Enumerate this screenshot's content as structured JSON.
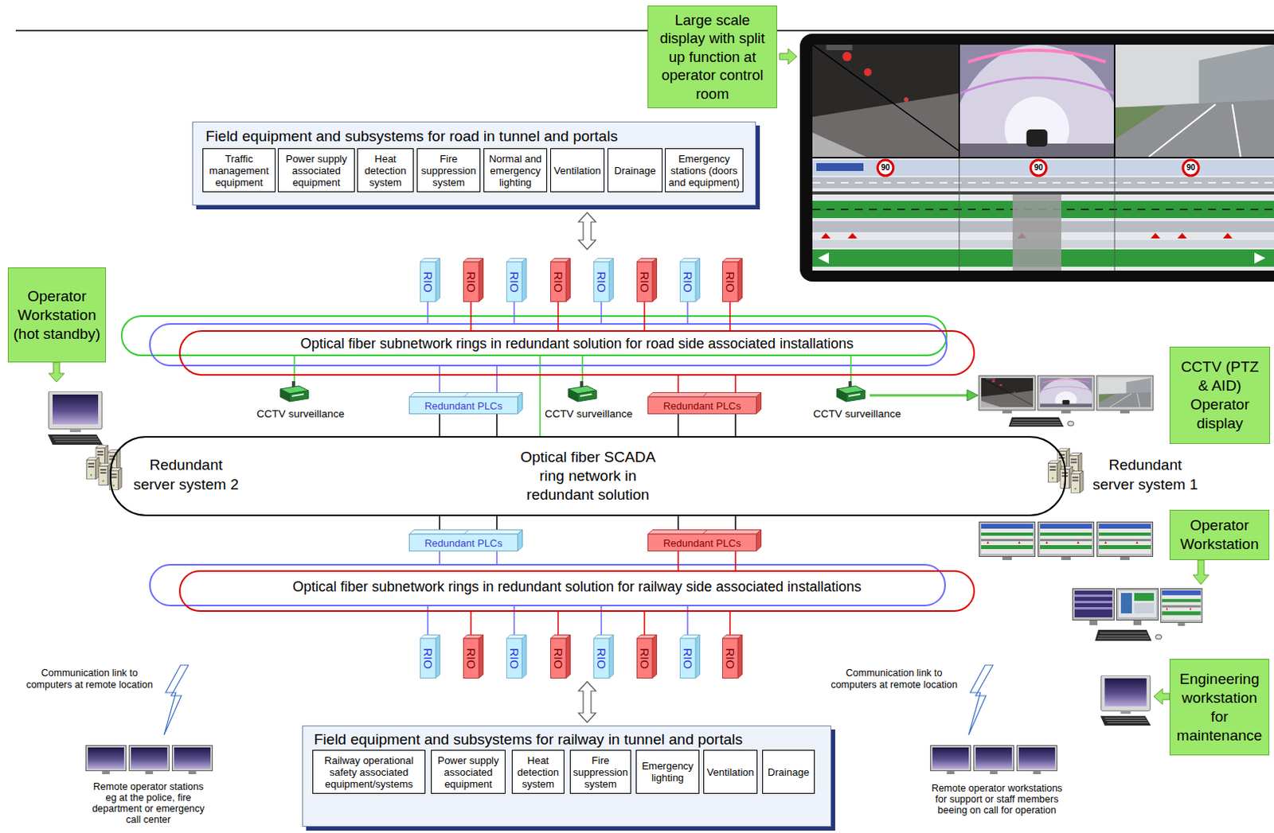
{
  "diagram": {
    "nodes": [
      {
        "text": [
          "Large scale display with split up function at operator control room"
        ]
      },
      {
        "text": [
          "Field equipment and subsystems for road in tunnel and portals"
        ]
      },
      {
        "text": [
          "Traffic management equipment"
        ],
        "in": 1
      },
      {
        "text": [
          "Power supply associated equipment"
        ],
        "in": 1
      },
      {
        "text": [
          "Heat detection system"
        ],
        "in": 1
      },
      {
        "text": [
          "Fire suppression system"
        ],
        "in": 1
      },
      {
        "text": [
          "Normal and emergency lighting"
        ],
        "in": 1
      },
      {
        "text": [
          "Ventilation"
        ],
        "in": 1
      },
      {
        "text": [
          "Drainage"
        ],
        "in": 1
      },
      {
        "text": [
          "Emergency stations (doors and equipment)"
        ],
        "in": 1
      },
      {
        "text": [
          "Operator Workstation (hot standby)"
        ]
      },
      {
        "text": [
          "RIO"
        ]
      },
      {
        "text": [
          "RIO"
        ]
      },
      {
        "text": [
          "RIO"
        ]
      },
      {
        "text": [
          "RIO"
        ]
      },
      {
        "text": [
          "RIO"
        ]
      },
      {
        "text": [
          "RIO"
        ]
      },
      {
        "text": [
          "RIO"
        ]
      },
      {
        "text": [
          "RIO"
        ]
      },
      {
        "text": [
          "Optical fiber subnetwork rings in redundant solution for road side associated installations"
        ]
      },
      {
        "text": [
          "CCTV (PTZ & AID) Operator display"
        ]
      },
      {
        "text": [
          "Redundant PLCs"
        ]
      },
      {
        "text": [
          "Redundant PLCs"
        ]
      },
      {
        "text": [
          "Optical fiber SCADA ring network in redundant solution"
        ]
      },
      {
        "text": [
          "Operator Workstation"
        ]
      },
      {
        "text": [
          "Redundant PLCs"
        ]
      },
      {
        "text": [
          "Redundant PLCs"
        ]
      },
      {
        "text": [
          "Optical fiber subnetwork rings in redundant solution for railway side associated installations"
        ]
      },
      {
        "text": [
          "RIO"
        ]
      },
      {
        "text": [
          "RIO"
        ]
      },
      {
        "text": [
          "RIO"
        ]
      },
      {
        "text": [
          "RIO"
        ]
      },
      {
        "text": [
          "RIO"
        ]
      },
      {
        "text": [
          "RIO"
        ]
      },
      {
        "text": [
          "RIO"
        ]
      },
      {
        "text": [
          "RIO"
        ]
      },
      {
        "text": [
          "Engineering workstation for maintenance"
        ]
      },
      {
        "text": [
          "Field equipment and subsystems for railway in tunnel and portals"
        ]
      },
      {
        "text": [
          "Railway operational safety associated equipment/systems"
        ],
        "in": 37
      },
      {
        "text": [
          "Power supply associated equipment"
        ],
        "in": 37
      },
      {
        "text": [
          "Heat detection system"
        ],
        "in": 37
      },
      {
        "text": [
          "Fire suppression system"
        ],
        "in": 37
      },
      {
        "text": [
          "Emergency lighting"
        ],
        "in": 37
      },
      {
        "text": [
          "Ventilation"
        ],
        "in": 37
      },
      {
        "text": [
          "Drainage"
        ],
        "in": 37
      }
    ],
    "edges": [
      {
        "from": 12,
        "to": 19,
        "arrow": "none"
      },
      {
        "from": 14,
        "to": 19,
        "arrow": "none"
      },
      {
        "from": 16,
        "to": 19,
        "arrow": "none"
      },
      {
        "from": 18,
        "to": 19,
        "arrow": "none"
      },
      {
        "from": 22,
        "to": 19,
        "arrow": "none"
      },
      {
        "from": 21,
        "to": 23,
        "arrow": "none"
      },
      {
        "from": 22,
        "to": 23,
        "arrow": "none"
      },
      {
        "from": 23,
        "to": 25,
        "arrow": "none"
      },
      {
        "from": 23,
        "to": 26,
        "arrow": "none"
      },
      {
        "from": 26,
        "to": 27,
        "arrow": "none"
      },
      {
        "from": 27,
        "to": 29,
        "arrow": "none"
      },
      {
        "from": 27,
        "to": 31,
        "arrow": "none"
      },
      {
        "from": 27,
        "to": 33,
        "arrow": "none"
      },
      {
        "from": 27,
        "to": 35,
        "arrow": "none"
      }
    ],
    "labels": [
      "90",
      "90",
      "90",
      "CCTV surveillance",
      "CCTV surveillance",
      "CCTV surveillance",
      "Redundant server system 2",
      "Redundant server system 1",
      "Communication link to computers at remote location",
      "Remote operator stations eg at the police, fire department or emergency call center",
      "Communication link to computers at remote location",
      "Remote operator workstations for support or staff members beeing on call for operation"
    ]
  }
}
